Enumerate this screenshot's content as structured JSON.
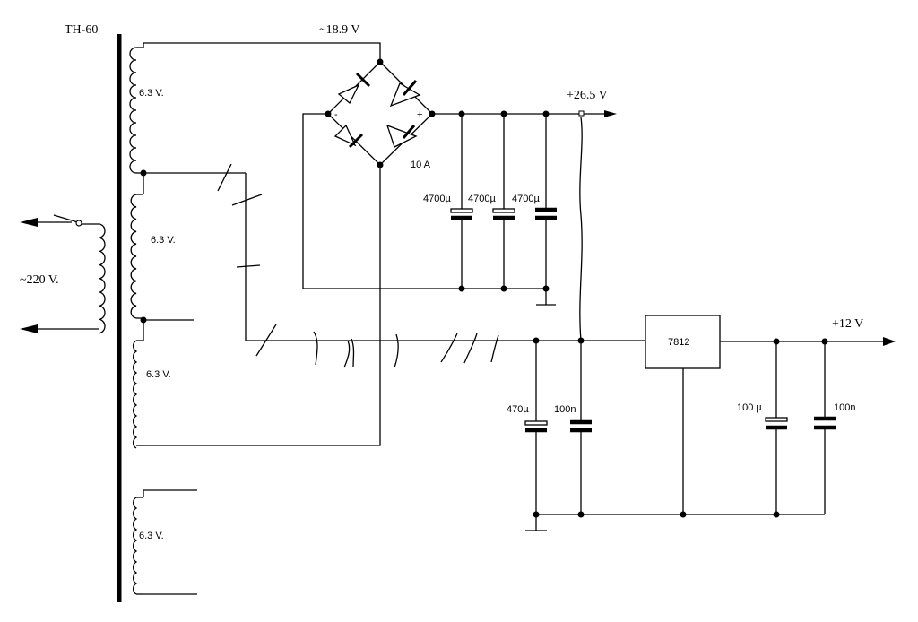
{
  "labels": {
    "transformer": "TH-60",
    "ac_secondary": "~18.9 V",
    "mains": "~220 V.",
    "winding_1": "6.3 V.",
    "winding_2": "6.3 V.",
    "winding_3": "6.3 V.",
    "winding_4": "6.3 V.",
    "bridge_minus": "-",
    "bridge_plus": "+",
    "bridge_current": "10 A",
    "out_26v": "+26.5 V",
    "cap_c1": "4700µ",
    "cap_c2": "4700µ",
    "cap_c3": "4700µ",
    "cap_470": "470µ",
    "cap_100n_in": "100n",
    "regulator": "7812",
    "out_12v": "+12 V",
    "cap_100u": "100 µ",
    "cap_100n_out": "100n"
  }
}
